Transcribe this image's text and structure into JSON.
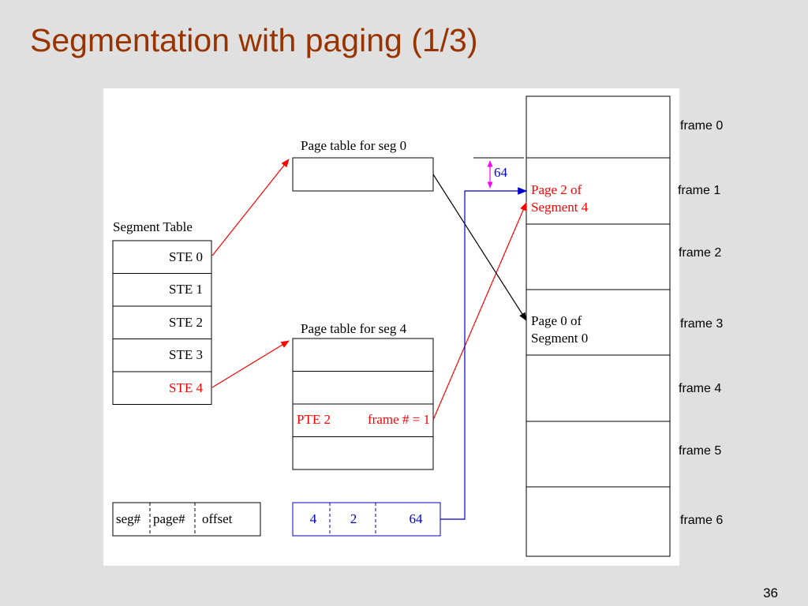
{
  "slide": {
    "title": "Segmentation with paging (1/3)",
    "page_number": "36"
  },
  "segment_table": {
    "title": "Segment Table",
    "entries": [
      "STE 0",
      "STE 1",
      "STE 2",
      "STE 3",
      "STE 4"
    ],
    "highlighted_entry": "STE 4"
  },
  "page_table_seg0": {
    "title": "Page table for seg 0"
  },
  "page_table_seg4": {
    "title": "Page table for seg 4",
    "pte_label": "PTE 2",
    "pte_frame": "frame # = 1"
  },
  "address_format": {
    "fields": [
      "seg#",
      "page#",
      "offset"
    ]
  },
  "logical_address": {
    "values": [
      "4",
      "2",
      "64"
    ]
  },
  "offset_marker": "64",
  "memory": {
    "frame1_content": [
      "Page 2 of",
      "Segment 4"
    ],
    "frame3_content": [
      "Page 0 of",
      "Segment 0"
    ],
    "frame_labels": [
      "frame 0",
      "frame 1",
      "frame 2",
      "frame 3",
      "frame 4",
      "frame 5",
      "frame 6"
    ]
  },
  "colors": {
    "title": "#993300",
    "highlight_red": "#ff0000",
    "address_blue": "#0000cc",
    "offset_magenta": "#ff00ff",
    "diagram_background": "#ffffff",
    "slide_background": "#e0e0e0"
  }
}
